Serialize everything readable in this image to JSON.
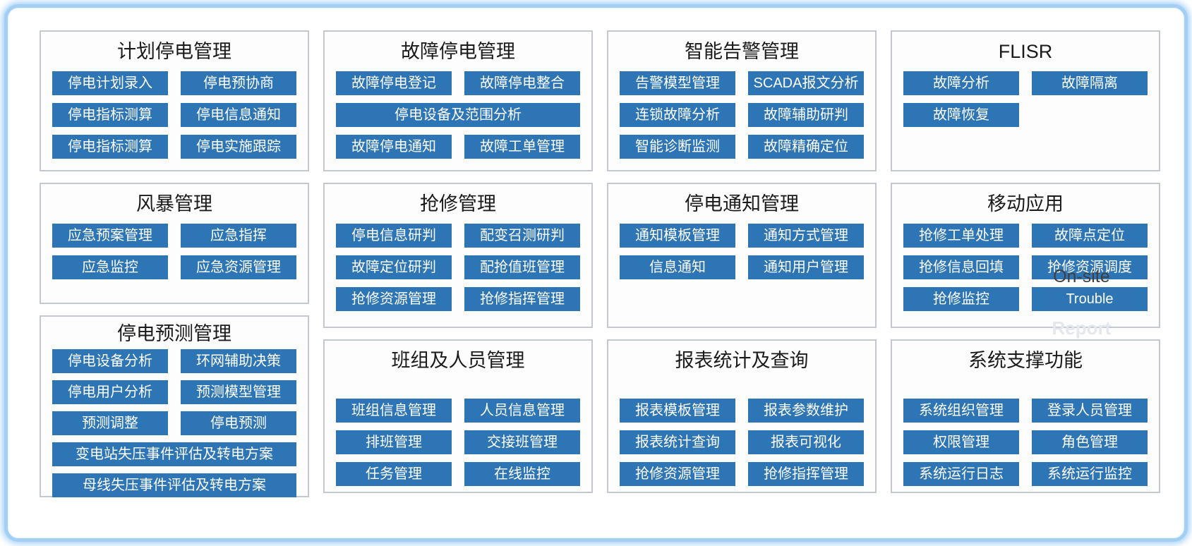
{
  "colors": {
    "button_bg": "#2e75b6",
    "button_text": "#ffffff",
    "panel_border": "#c3c8d2",
    "title_text": "#1a1a1a",
    "frame_border": "#a3cff5"
  },
  "panels": [
    {
      "id": "planned-outage",
      "title": "计划停电管理",
      "buttons": [
        "停电计划录入",
        "停电预协商",
        "停电指标测算",
        "停电信息通知",
        "停电指标测算",
        "停电实施跟踪"
      ]
    },
    {
      "id": "fault-outage",
      "title": "故障停电管理",
      "buttons": [
        "故障停电登记",
        "故障停电整合",
        "停电设备及范围分析",
        "故障停电通知",
        "故障工单管理"
      ]
    },
    {
      "id": "smart-alarm",
      "title": "智能告警管理",
      "buttons": [
        "告警模型管理",
        "SCADA报文分析",
        "连锁故障分析",
        "故障辅助研判",
        "智能诊断监测",
        "故障精确定位"
      ]
    },
    {
      "id": "flisr",
      "title": "FLISR",
      "buttons": [
        "故障分析",
        "故障隔离",
        "故障恢复"
      ]
    },
    {
      "id": "storm",
      "title": "风暴管理",
      "buttons": [
        "应急预案管理",
        "应急指挥",
        "应急监控",
        "应急资源管理"
      ]
    },
    {
      "id": "repair",
      "title": "抢修管理",
      "buttons": [
        "停电信息研判",
        "配变召测研判",
        "故障定位研判",
        "配抢值班管理",
        "抢修资源管理",
        "抢修指挥管理"
      ]
    },
    {
      "id": "outage-notification",
      "title": "停电通知管理",
      "buttons": [
        "通知模板管理",
        "通知方式管理",
        "信息通知",
        "通知用户管理"
      ]
    },
    {
      "id": "mobile-app",
      "title": "移动应用",
      "buttons": [
        "抢修工单处理",
        "故障点定位",
        "抢修信息回填",
        "抢修资源调度",
        "抢修监控",
        "Trouble"
      ]
    },
    {
      "id": "outage-forecast",
      "title": "停电预测管理",
      "buttons": [
        "停电设备分析",
        "环网辅助决策",
        "停电用户分析",
        "预测模型管理",
        "预测调整",
        "停电预测",
        "变电站失压事件评估及转电方案",
        "母线失压事件评估及转电方案"
      ]
    },
    {
      "id": "team-personnel",
      "title": "班组及人员管理",
      "buttons": [
        "班组信息管理",
        "人员信息管理",
        "排班管理",
        "交接班管理",
        "任务管理",
        "在线监控"
      ]
    },
    {
      "id": "report-stats",
      "title": "报表统计及查询",
      "buttons": [
        "报表模板管理",
        "报表参数维护",
        "报表统计查询",
        "报表可视化",
        "抢修资源管理",
        "抢修指挥管理"
      ]
    },
    {
      "id": "system-support",
      "title": "系统支撑功能",
      "buttons": [
        "系统组织管理",
        "登录人员管理",
        "权限管理",
        "角色管理",
        "系统运行日志",
        "系统运行监控"
      ]
    }
  ],
  "artifacts": {
    "on_site": "On-site",
    "report": "Report"
  }
}
